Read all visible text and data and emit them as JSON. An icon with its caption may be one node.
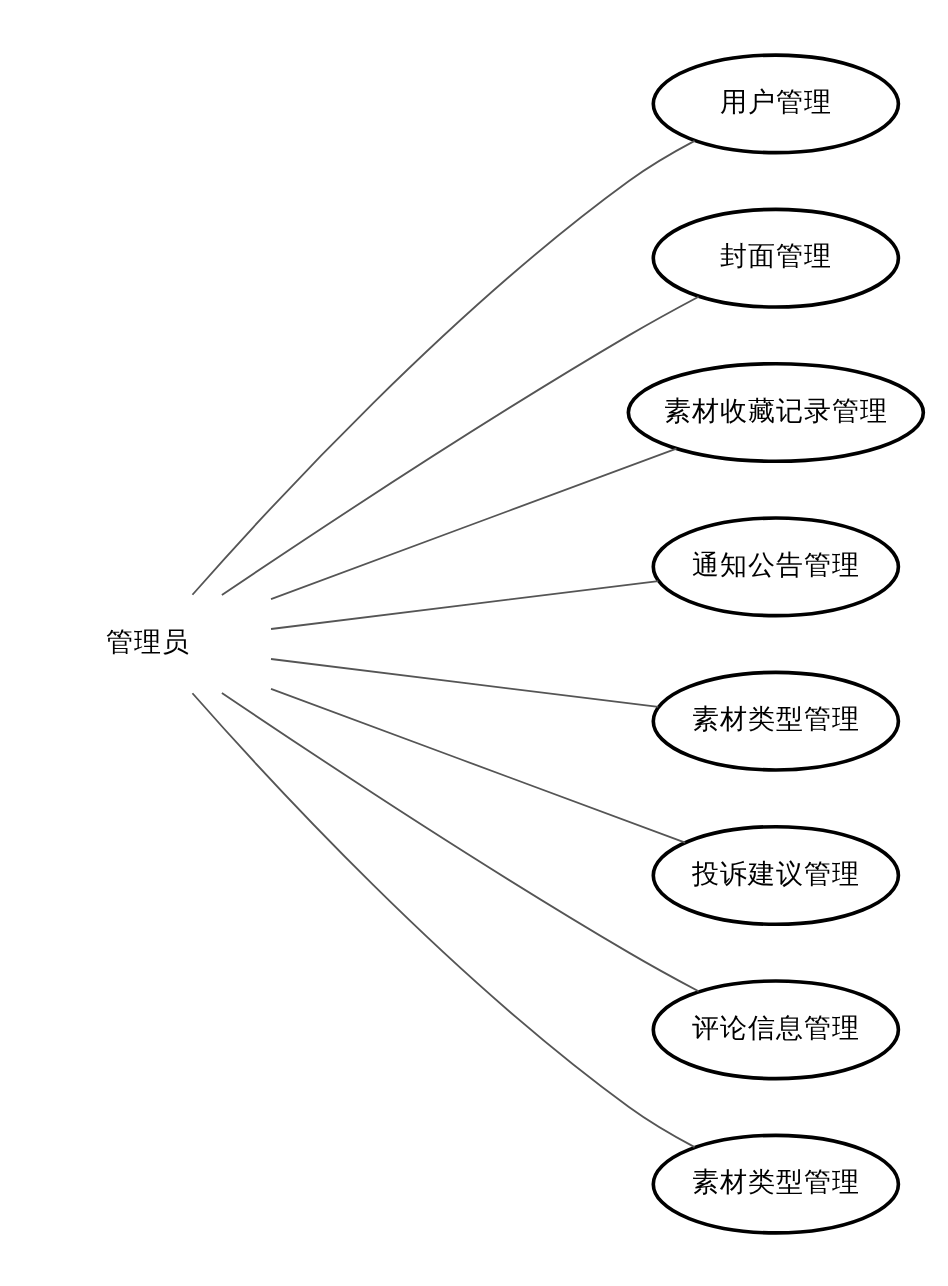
{
  "diagram": {
    "nodes": [
      {
        "text": [
          "管理员"
        ]
      },
      {
        "text": [
          "用户管理"
        ]
      },
      {
        "text": [
          "封面管理"
        ]
      },
      {
        "text": [
          "素材收藏记录管理"
        ]
      },
      {
        "text": [
          "通知公告管理"
        ]
      },
      {
        "text": [
          "素材类型管理"
        ]
      },
      {
        "text": [
          "投诉建议管理"
        ]
      },
      {
        "text": [
          "评论信息管理"
        ]
      },
      {
        "text": [
          "素材类型管理"
        ]
      }
    ],
    "edges": [
      {
        "from": 0,
        "to": 1,
        "arrow": "none"
      },
      {
        "from": 0,
        "to": 2,
        "arrow": "none"
      },
      {
        "from": 0,
        "to": 3,
        "arrow": "none"
      },
      {
        "from": 0,
        "to": 4,
        "arrow": "none"
      },
      {
        "from": 0,
        "to": 5,
        "arrow": "none"
      },
      {
        "from": 0,
        "to": 6,
        "arrow": "none"
      },
      {
        "from": 0,
        "to": 7,
        "arrow": "none"
      },
      {
        "from": 0,
        "to": 8,
        "arrow": "none"
      }
    ]
  }
}
